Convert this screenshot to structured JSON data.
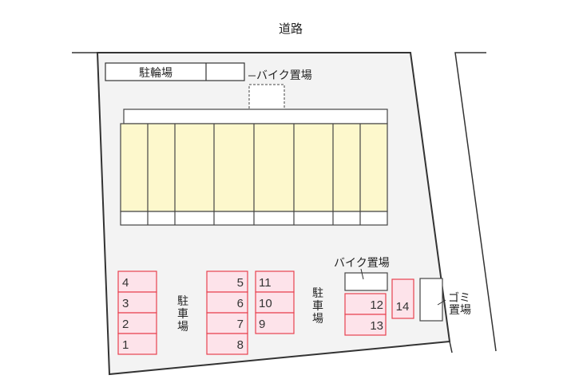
{
  "map": {
    "road_label": "道路",
    "bicycle_parking_label": "駐輪場",
    "motorbike_parking_top_label": "バイク置場",
    "motorbike_parking_right_label": "バイク置場",
    "parking_left_label": [
      "駐",
      "車",
      "場"
    ],
    "parking_right_label": [
      "駐",
      "車",
      "場"
    ],
    "garbage_label": [
      "ゴミ",
      "置場"
    ],
    "colors": {
      "lot_fill": "#f3f3f3",
      "building_fill": "#fdf8cc",
      "parking_fill": "#fde3ea",
      "parking_stroke": "#e8414f",
      "line": "#333333"
    },
    "parking_spaces": [
      {
        "id": "1",
        "label": "1"
      },
      {
        "id": "2",
        "label": "2"
      },
      {
        "id": "3",
        "label": "3"
      },
      {
        "id": "4",
        "label": "4"
      },
      {
        "id": "5",
        "label": "5"
      },
      {
        "id": "6",
        "label": "6"
      },
      {
        "id": "7",
        "label": "7"
      },
      {
        "id": "8",
        "label": "8"
      },
      {
        "id": "9",
        "label": "9"
      },
      {
        "id": "10",
        "label": "10"
      },
      {
        "id": "11",
        "label": "11"
      },
      {
        "id": "12",
        "label": "12"
      },
      {
        "id": "13",
        "label": "13"
      },
      {
        "id": "14",
        "label": "14"
      }
    ]
  }
}
